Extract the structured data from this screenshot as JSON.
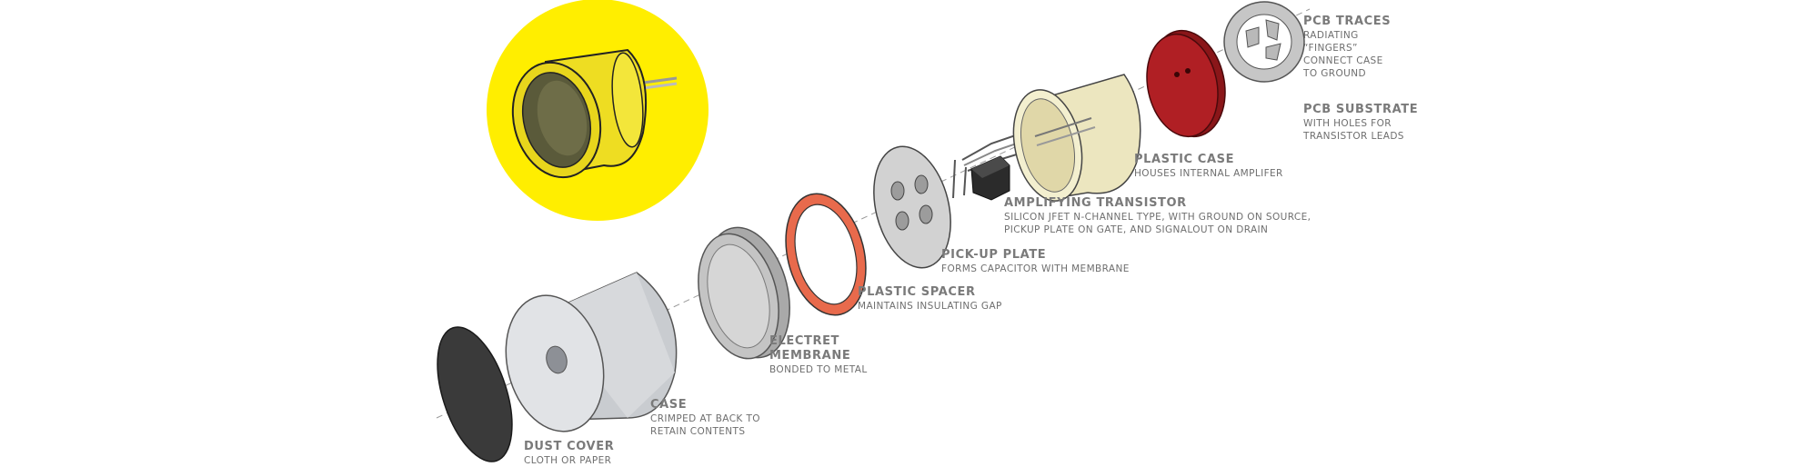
{
  "components": [
    {
      "key": "dust_cover",
      "title": "DUST COVER",
      "desc": [
        "CLOTH OR PAPER"
      ]
    },
    {
      "key": "case",
      "title": "CASE",
      "desc": [
        "CRIMPED AT BACK TO",
        "RETAIN CONTENTS"
      ]
    },
    {
      "key": "electret_membrane",
      "title": [
        "ELECTRET",
        "MEMBRANE"
      ],
      "desc": [
        "BONDED TO METAL"
      ]
    },
    {
      "key": "plastic_spacer",
      "title": "PLASTIC SPACER",
      "desc": [
        "MAINTAINS INSULATING GAP"
      ]
    },
    {
      "key": "pickup_plate",
      "title": "PICK-UP PLATE",
      "desc": [
        "FORMS CAPACITOR WITH MEMBRANE"
      ]
    },
    {
      "key": "amplifying_transistor",
      "title": "AMPLIFYING TRANSISTOR",
      "desc": [
        "SILICON JFET N-CHANNEL TYPE, WITH GROUND ON SOURCE,",
        "PICKUP PLATE ON GATE, AND SIGNALOUT ON DRAIN"
      ]
    },
    {
      "key": "plastic_case",
      "title": "PLASTIC CASE",
      "desc": [
        "HOUSES INTERNAL AMPLIFER"
      ]
    },
    {
      "key": "pcb_substrate",
      "title": "PCB SUBSTRATE",
      "desc": [
        "WITH HOLES FOR",
        "TRANSISTOR LEADS"
      ]
    },
    {
      "key": "pcb_traces",
      "title": "PCB TRACES",
      "desc": [
        "RADIATING",
        "“FINGERS”",
        "CONNECT CASE",
        "TO GROUND"
      ]
    }
  ],
  "colors": {
    "highlight_circle": "#ffee00",
    "assembled_body": "#eedd22",
    "dust_cover": "#3a3a3a",
    "case": "#d7d9dc",
    "membrane": "#c4c4c4",
    "spacer": "#e86a4c",
    "pickup_plate": "#d2d2d2",
    "transistor": "#2b2b2b",
    "plastic_case": "#f3efcf",
    "pcb_substrate": "#b01f24",
    "pcb_traces": "#c6c6c6",
    "label_text": "#777777"
  }
}
